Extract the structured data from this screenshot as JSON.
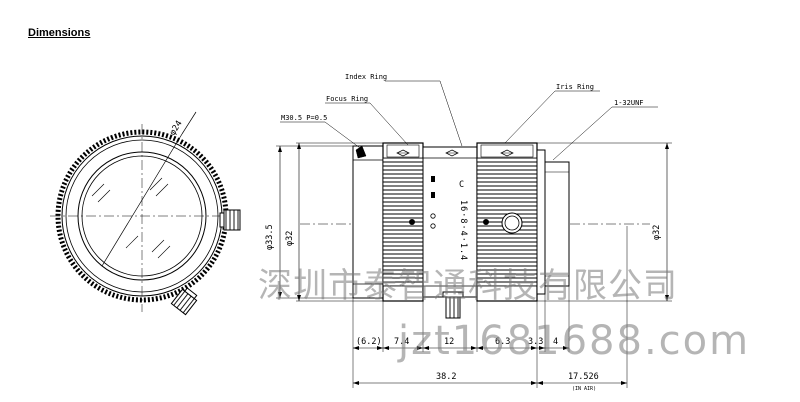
{
  "title": "Dimensions",
  "callouts": {
    "index_ring": "Index Ring",
    "focus_ring": "Focus Ring",
    "thread": "M30.5 P=0.5",
    "iris_ring": "Iris Ring",
    "unf": "1-32UNF"
  },
  "front_view": {
    "diameter_label": "φ24"
  },
  "vertical_dims": {
    "outer_left": "φ33.5",
    "inner_left": "φ32",
    "right": "φ32"
  },
  "bottom_dims": {
    "d1": "(6.2)",
    "d2": "7.4",
    "d3": "12",
    "d4": "6.3",
    "d5": "3.3",
    "d6": "4",
    "overall": "38.2",
    "flange": "17.526",
    "flange_note": "(IN AIR)"
  },
  "body_markings": {
    "c_mark": "C",
    "aperture_scale": "16·8·4·1.4"
  },
  "watermark": {
    "line1": "深圳市泰智通科技有限公司",
    "line2": "jzt1681688.com"
  },
  "colors": {
    "line": "#000000",
    "watermark": "#8a8a8a"
  }
}
